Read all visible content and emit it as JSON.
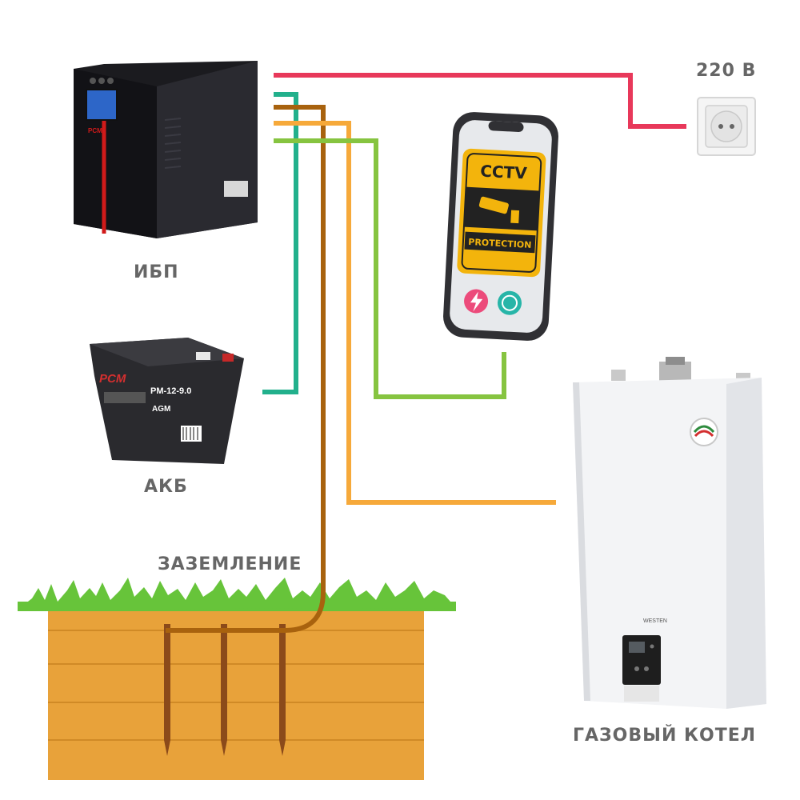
{
  "labels": {
    "ups": "ИБП",
    "battery": "АКБ",
    "grounding": "ЗАЗЕМЛЕНИЕ",
    "boiler": "ГАЗОВЫЙ КОТЕЛ",
    "mains": "220 В"
  },
  "battery_print": {
    "brand": "PCM",
    "model": "PM-12-9.0",
    "tech": "AGM"
  },
  "ups_print": {
    "brand": "PCM"
  },
  "phone": {
    "title": "CCTV",
    "subtitle": "PROTECTION",
    "bolt_icon": "lightning-icon",
    "shield_icon": "shield-badge-icon"
  },
  "boiler_print": {
    "brand": "WESTEN"
  },
  "wire_colors": {
    "mains": "#e8385a",
    "battery": "#22b08c",
    "ground": "#a8620e",
    "boiler": "#f6a93a",
    "phone": "#86c440"
  },
  "soil_color": "#e8a23a",
  "grass_color": "#67c43a"
}
